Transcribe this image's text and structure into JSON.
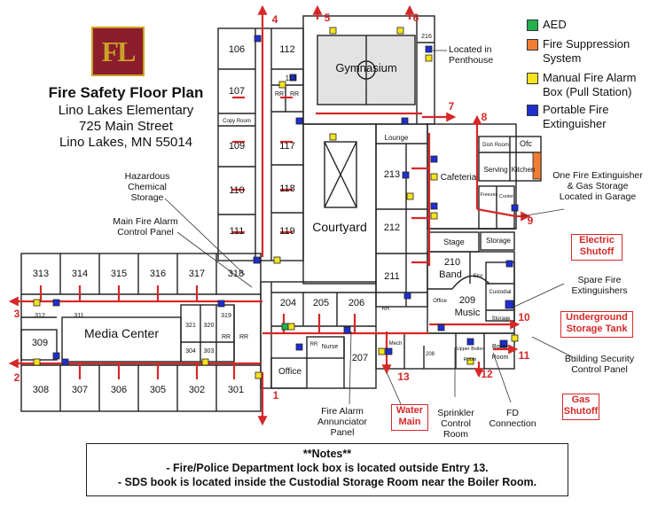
{
  "header": {
    "logo_text": "FL",
    "title": "Fire Safety Floor Plan",
    "school": "Lino Lakes Elementary",
    "street": "725 Main Street",
    "city": "Lino Lakes, MN  55014"
  },
  "legend": [
    {
      "label": "AED",
      "color": "#22b14c"
    },
    {
      "label": "Fire Suppression System",
      "color": "#f07d32"
    },
    {
      "label": "Manual Fire Alarm Box (Pull Station)",
      "color": "#f5e31d"
    },
    {
      "label": "Portable Fire Extinguisher",
      "color": "#1f2fcf"
    }
  ],
  "rooms": {
    "r106": "106",
    "r112": "112",
    "r113": "113",
    "r107": "107",
    "rr_a": "RR",
    "rr_b": "RR",
    "copy_room": "Copy Room",
    "r109": "109",
    "r117": "117",
    "r110": "110",
    "r118": "118",
    "r111": "111",
    "r119": "119",
    "gym": "Gymnasium",
    "r216": "216",
    "lounge": "Lounge",
    "r213": "213",
    "r212": "212",
    "r211": "211",
    "cafeteria": "Cafeteria",
    "stage": "Stage",
    "storage": "Storage",
    "r210": "210",
    "band": "Band",
    "r209": "209",
    "music": "Music",
    "office2": "Office",
    "custodial": "Custodial",
    "stor": "Stor",
    "storage2": "Storage",
    "dish_room": "Dish Room",
    "ofc": "Ofc",
    "serving": "Serving",
    "kitchen": "Kitchen",
    "freezer": "Freezer",
    "cooler": "Cooler",
    "courtyard": "Courtyard",
    "r313": "313",
    "r314": "314",
    "r315": "315",
    "r316": "316",
    "r317": "317",
    "r318": "318",
    "r312": "312",
    "r311": "311",
    "r309": "309",
    "media": "Media Center",
    "r321": "321",
    "r320": "320",
    "r319": "319",
    "rr_c": "RR",
    "rr_d": "RR",
    "r304": "304",
    "r303": "303",
    "r308": "308",
    "r307": "307",
    "r306": "306",
    "r305": "305",
    "r302": "302",
    "r301": "301",
    "r204": "204",
    "r205": "205",
    "r206": "206",
    "r207": "207",
    "nurse": "Nurse",
    "office": "Office",
    "mech": "Mech",
    "r208": "208",
    "upper_boiler": "Upper Boiler Room",
    "boiler": "Boiler Room",
    "rr_e": "RR",
    "rr_f": "RR"
  },
  "entries": [
    "1",
    "2",
    "3",
    "4",
    "5",
    "6",
    "7",
    "8",
    "9",
    "10",
    "11",
    "12",
    "13"
  ],
  "callouts": {
    "penthouse": "Located in Penthouse",
    "hazardous": "Hazardous Chemical Storage",
    "main_panel": "Main Fire Alarm Control Panel",
    "garage": "One Fire Extinguisher & Gas Storage Located in Garage",
    "spare": "Spare Fire Extinguishers",
    "security": "Building Security Control Panel",
    "annunciator": "Fire Alarm Annunciator Panel",
    "sprinkler": "Sprinkler Control Room",
    "fd": "FD Connection"
  },
  "shutoffs": {
    "electric": "Electric Shutoff",
    "underground": "Underground Storage Tank",
    "gas": "Gas Shutoff",
    "water": "Water Main"
  },
  "notes": {
    "heading": "**Notes**",
    "line1": "- Fire/Police Department lock box is located outside Entry 13.",
    "line2": "- SDS book is located inside the Custodial Storage Room near the Boiler Room."
  }
}
